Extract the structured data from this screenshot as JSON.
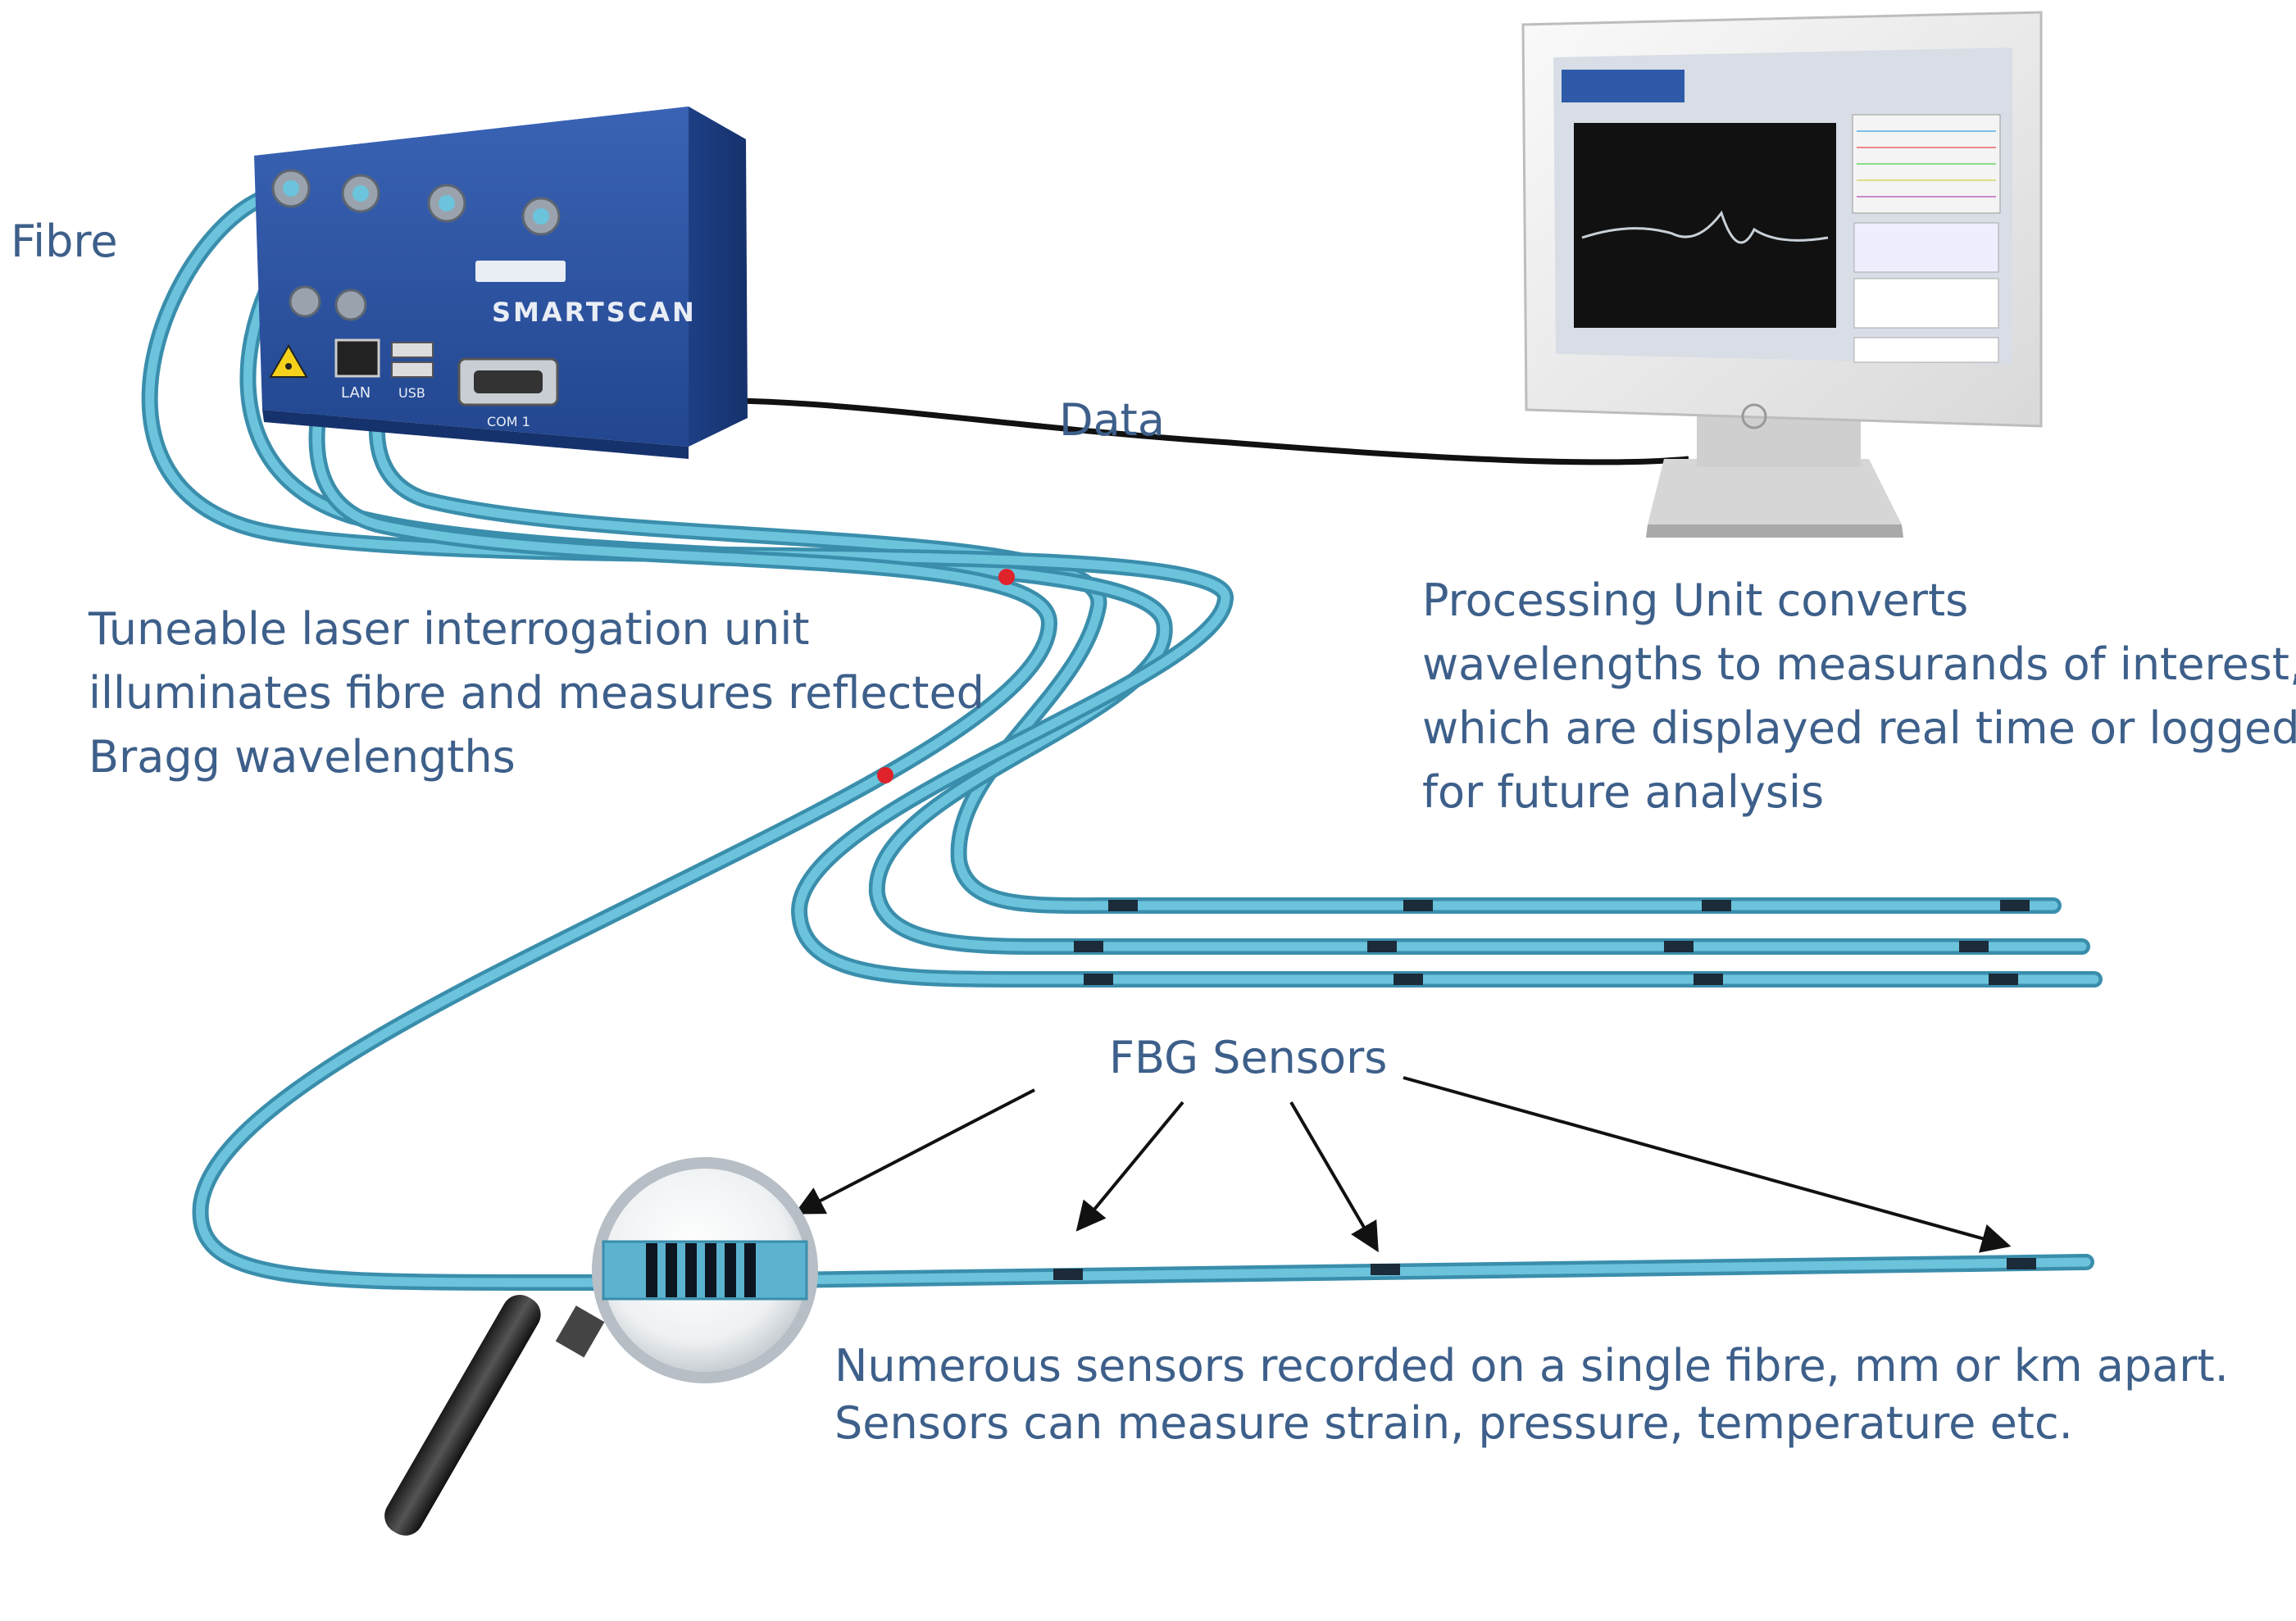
{
  "labels": {
    "fibre": "Fibre",
    "data": "Data",
    "interrogation": [
      "Tuneable laser interrogation unit",
      "illuminates fibre and measures reflected",
      "Bragg wavelengths"
    ],
    "processing": [
      "Processing Unit converts",
      "wavelengths to measurands of interest,",
      "which are displayed real time or logged",
      "for future analysis"
    ],
    "fbg_sensors": "FBG Sensors",
    "numerous": [
      "Numerous sensors recorded on a single fibre, mm or km apart.",
      "Sensors can measure strain, pressure, temperature etc."
    ]
  },
  "device": {
    "brand": "SMARTSCAN",
    "ports": [
      "LAN",
      "USB",
      "COM 1"
    ]
  },
  "colors": {
    "fibre": "#5bb3cf",
    "fibre_dark": "#3a8eac",
    "text": "#3d5f8a",
    "device_blue": "#2b55a6",
    "marker_red": "#e0222a",
    "grating_dark": "#1c2b3a"
  },
  "icons": [
    "magnifier-icon",
    "monitor-icon",
    "interrogator-device-icon",
    "laser-warning-icon"
  ]
}
